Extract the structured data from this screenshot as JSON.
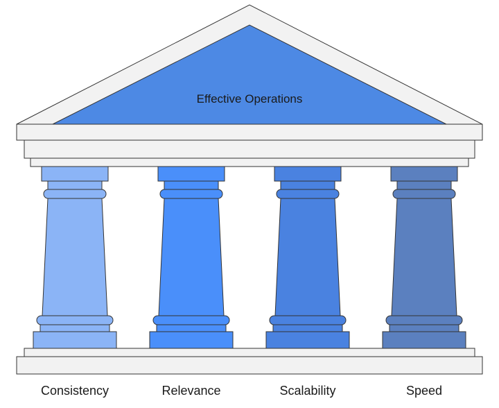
{
  "diagram": {
    "roof": {
      "title": "Effective Operations",
      "fill_color": "#4d89e4"
    },
    "structure_fill": "#f2f2f2",
    "stroke_color": "#333333",
    "pillars": [
      {
        "label": "Consistency",
        "color": "#8bb4f6"
      },
      {
        "label": "Relevance",
        "color": "#4a8ffa"
      },
      {
        "label": "Scalability",
        "color": "#4a82e0"
      },
      {
        "label": "Speed",
        "color": "#5b80bf"
      }
    ]
  }
}
